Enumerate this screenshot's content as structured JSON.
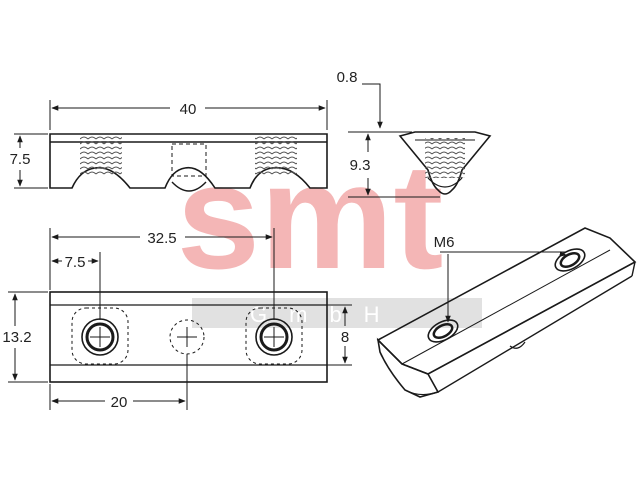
{
  "watermark": {
    "brand": "smt",
    "sub": "GmbH",
    "color": "#f4b6b6",
    "sub_color": "#ffffff",
    "band_color": "#d9d9d9"
  },
  "front_view": {
    "width": "40",
    "height": "7.5"
  },
  "side_view": {
    "top_offset": "0.8",
    "height": "9.3"
  },
  "top_view": {
    "hole_offset": "7.5",
    "hole_spacing": "32.5",
    "width": "13.2",
    "slot": "8",
    "center_hole": "20"
  },
  "iso_view": {
    "thread": "M6"
  },
  "colors": {
    "line": "#1a1a1a",
    "hatch": "#555555"
  }
}
